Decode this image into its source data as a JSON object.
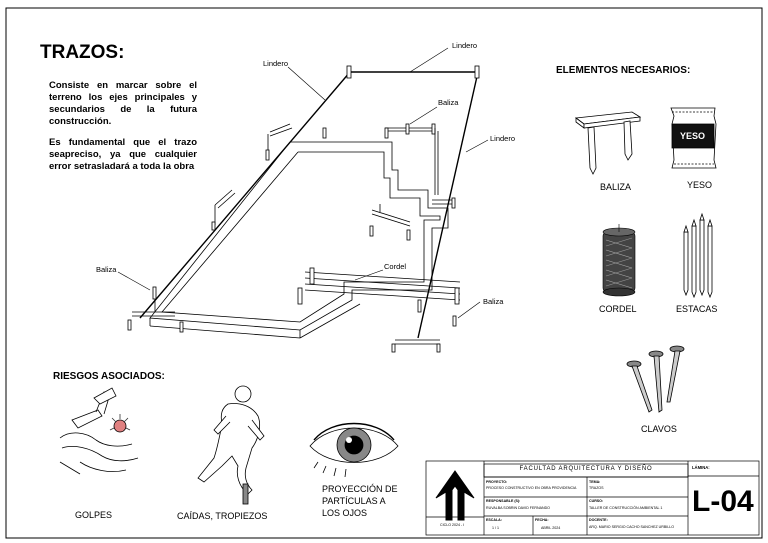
{
  "title": "TRAZOS:",
  "intro": {
    "p1": "Consiste en marcar sobre el terreno los ejes principales y secundarios de la futura construcción.",
    "p2": "Es fundamental que el trazo seapreciso, ya que cualquier error setrasladará a toda la obra"
  },
  "diagram_labels": {
    "lindero_top": "Lindero",
    "lindero_left": "Lindero",
    "lindero_right": "Lindero",
    "baliza_top": "Baliza",
    "baliza_left": "Baliza",
    "baliza_right": "Baliza",
    "cordel": "Cordel"
  },
  "elements": {
    "heading": "ELEMENTOS NECESARIOS:",
    "baliza": "BALIZA",
    "yeso": "YESO",
    "yeso_bag": "YESO",
    "cordel": "CORDEL",
    "estacas": "ESTACAS",
    "clavos": "CLAVOS"
  },
  "risks": {
    "heading": "RIESGOS ASOCIADOS:",
    "golpes": "GOLPES",
    "caidas": "CAÍDAS, TROPIEZOS",
    "proyeccion_1": "PROYECCIÓN DE",
    "proyeccion_2": "PARTÍCULAS A",
    "proyeccion_3": "LOS OJOS"
  },
  "title_block": {
    "faculty": "FACULTAD ARQUITECTURA Y DISEÑO",
    "ciclo": "CICLO 2024 - I",
    "proyecto_label": "PROYECTO:",
    "proyecto_value": "PROCESO CONSTRUCTIVO EN OBRA PROVIDENCIA",
    "tema_label": "TEMA:",
    "tema_value": "TRAZOS",
    "responsable_label": "RESPONSABLE (S):",
    "responsable_value": "RUVALBA SOBRIN DAVID FERNANDO",
    "curso_label": "CURSO:",
    "curso_value": "TALLER DE CONSTRUCCIÓN AMBIENTAL 1",
    "escala_label": "ESCALA:",
    "escala_value": "1 / 1",
    "fecha_label": "FECHA:",
    "fecha_value": "ABRIL 2024",
    "docente_label": "DOCENTE:",
    "docente_value": "ARQ. MARIO SERGIO CACHO SANCHEZ URBILLO",
    "lamina_label": "LÁMINA:",
    "lamina_value": "L-04"
  }
}
